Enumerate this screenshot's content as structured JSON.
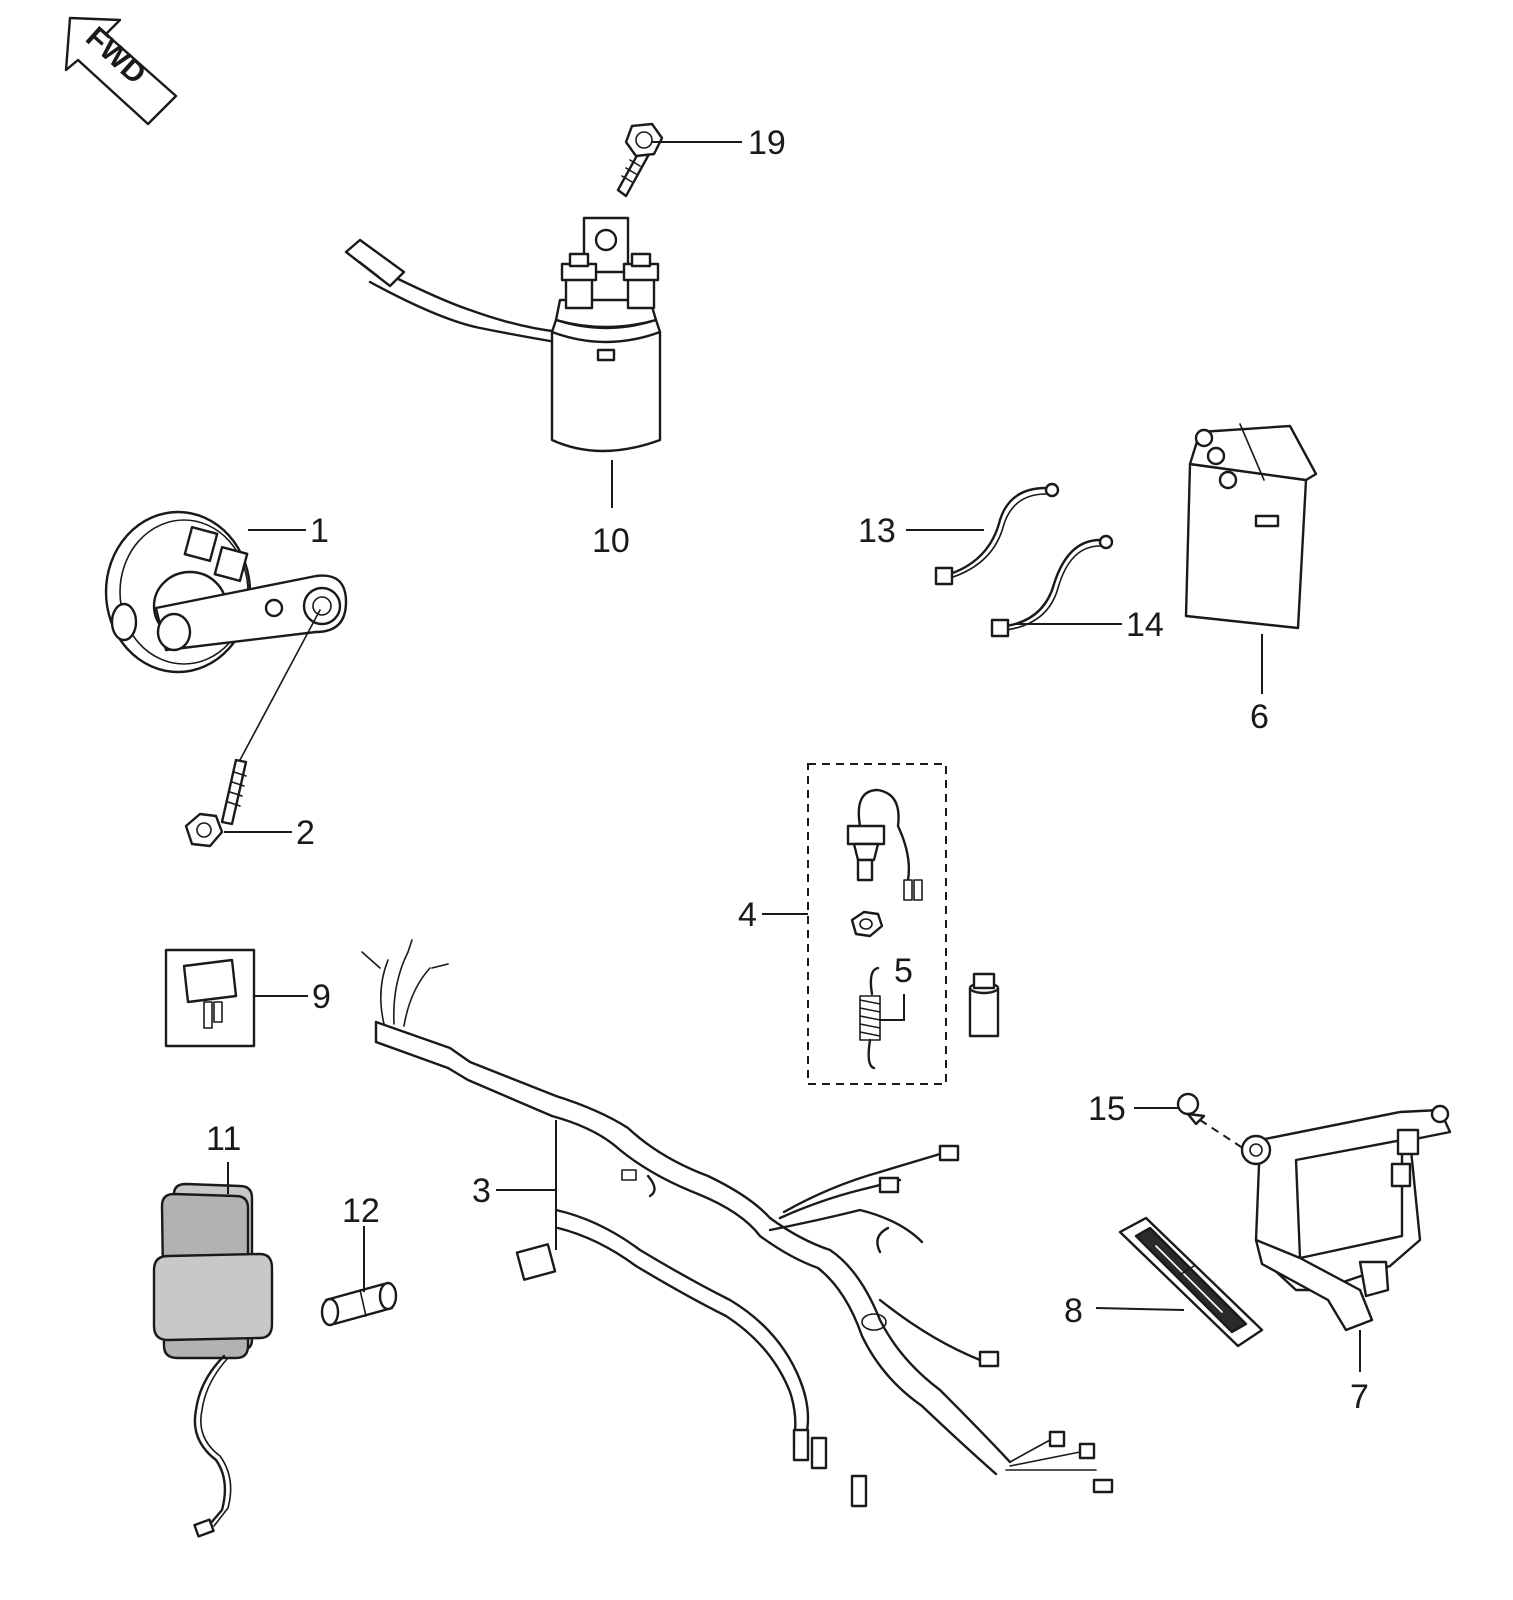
{
  "direction_marker": {
    "text": "FWD",
    "icon": "forward-arrow-icon"
  },
  "callouts": [
    {
      "id": "1",
      "text": "1"
    },
    {
      "id": "2",
      "text": "2"
    },
    {
      "id": "3",
      "text": "3"
    },
    {
      "id": "4",
      "text": "4"
    },
    {
      "id": "5",
      "text": "5"
    },
    {
      "id": "6",
      "text": "6"
    },
    {
      "id": "7",
      "text": "7"
    },
    {
      "id": "8",
      "text": "8"
    },
    {
      "id": "9",
      "text": "9"
    },
    {
      "id": "10",
      "text": "10"
    },
    {
      "id": "11",
      "text": "11"
    },
    {
      "id": "12",
      "text": "12"
    },
    {
      "id": "13",
      "text": "13"
    },
    {
      "id": "14",
      "text": "14"
    },
    {
      "id": "15",
      "text": "15"
    },
    {
      "id": "19",
      "text": "19"
    }
  ],
  "colors": {
    "line": "#1a1a1a",
    "background": "#ffffff",
    "shade_light": "#c8c8c8",
    "shade_dark": "#b2b2b2"
  }
}
